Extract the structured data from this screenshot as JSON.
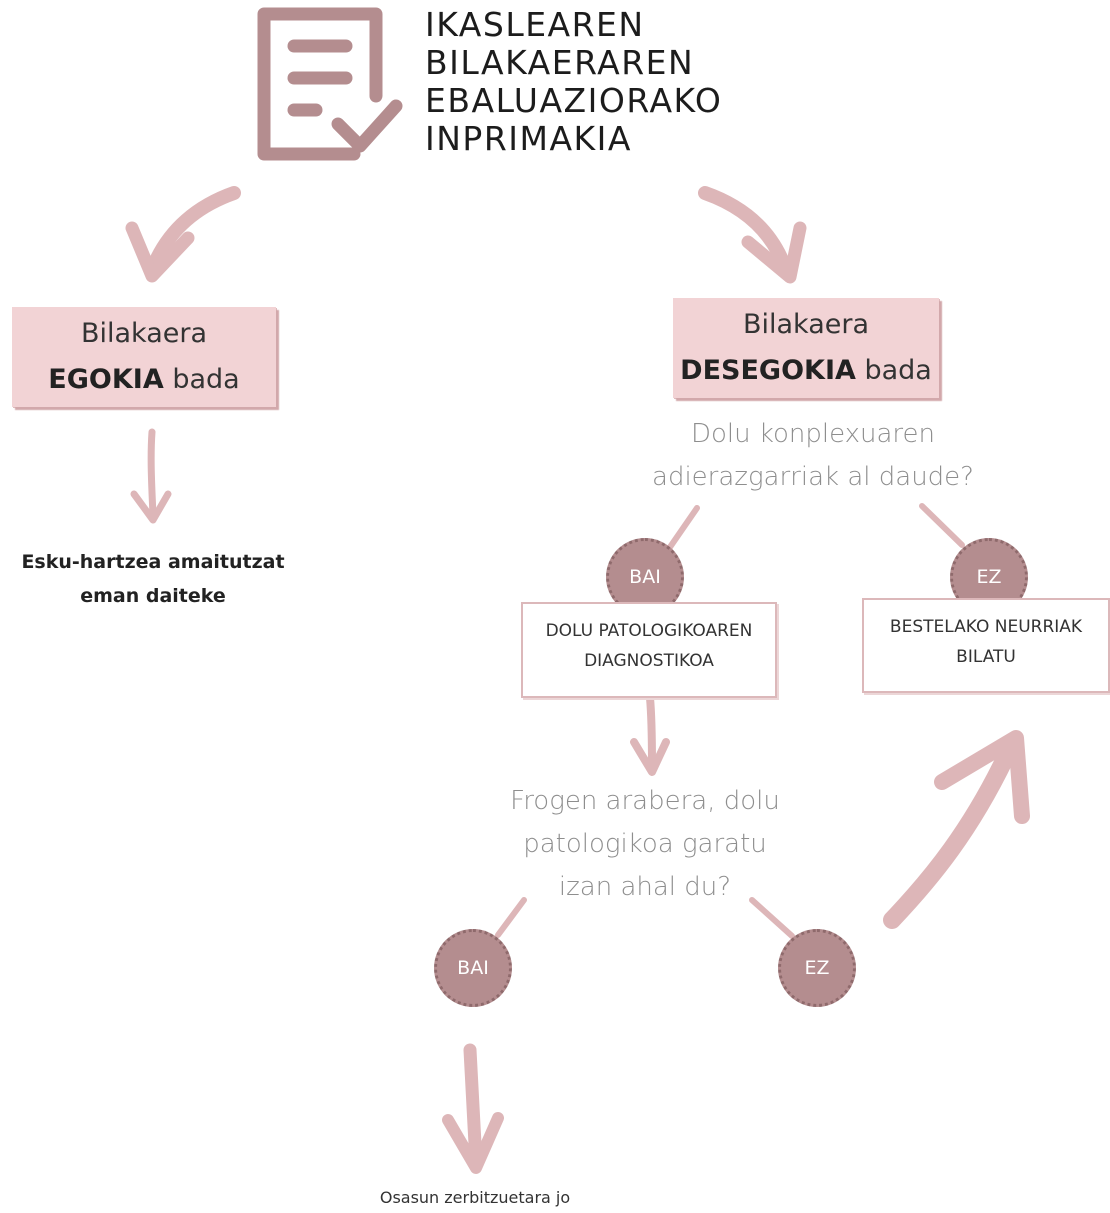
{
  "logo": {
    "icon": "checklist-document-icon",
    "title_lines": [
      "IKASLEAREN",
      "BILAKAERAREN",
      "EBALUAZIORAKO",
      "INPRIMAKIA"
    ]
  },
  "colors": {
    "accent": "#b48d8f",
    "box_fill": "#f2d3d5",
    "arrow": "#ddb6b8",
    "question_text": "#8e8e8e"
  },
  "left_branch": {
    "box_line1": "Bilakaera",
    "box_bold": "EGOKIA",
    "box_suffix": " bada",
    "outcome_line1": "Esku-hartzea amaitutzat",
    "outcome_line2": "eman daiteke"
  },
  "right_branch": {
    "box_line1": "Bilakaera",
    "box_bold": "DESEGOKIA",
    "box_suffix": " bada",
    "question1_line1": "Dolu konplexuaren",
    "question1_line2": "adierazgarriak al daude?",
    "yes_label": "BAI",
    "no_label": "EZ",
    "yes_box_line1": "DOLU PATOLOGIKOAREN",
    "yes_box_line2": "DIAGNOSTIKOA",
    "no_box_line1": "BESTELAKO NEURRIAK",
    "no_box_line2": "BILATU",
    "question2_line1": "Frogen arabera, dolu",
    "question2_line2": "patologikoa garatu",
    "question2_line3": "izan ahal du?",
    "yes2_label": "BAI",
    "no2_label": "EZ",
    "final_outcome": "Osasun zerbitzuetara jo"
  }
}
